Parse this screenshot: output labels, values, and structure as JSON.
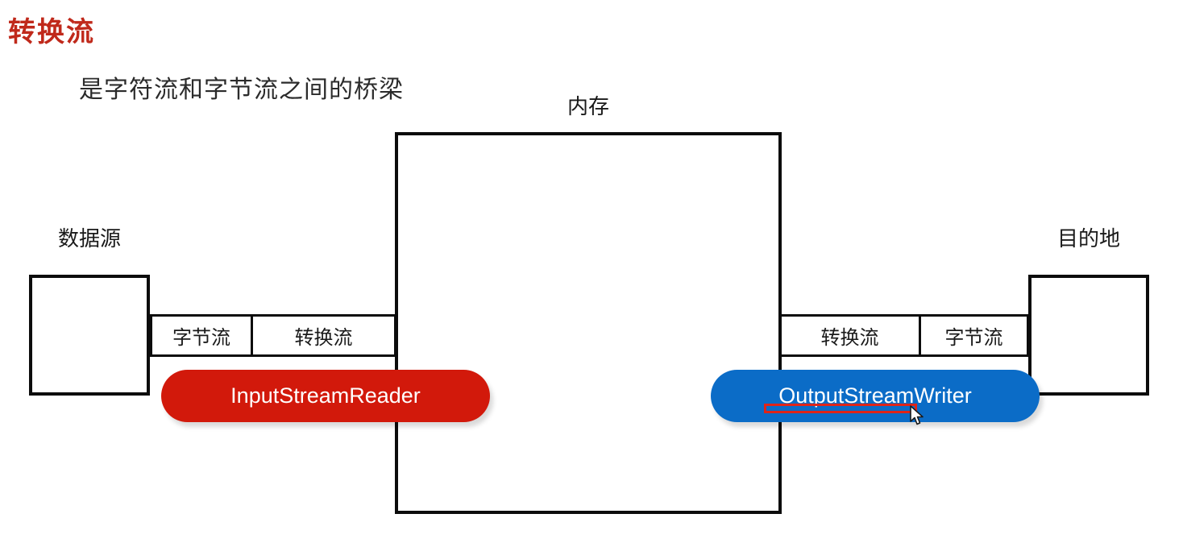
{
  "page": {
    "title": "转换流",
    "subtitle": "是字符流和字节流之间的桥梁"
  },
  "diagram": {
    "memory_label": "内存",
    "source_label": "数据源",
    "destination_label": "目的地",
    "left_labels": {
      "byte_stream": "字节流",
      "conversion_stream": "转换流"
    },
    "right_labels": {
      "conversion_stream": "转换流",
      "byte_stream": "字节流"
    },
    "input_pill_label": "InputStreamReader",
    "output_pill_label": "OutputStreamWriter",
    "annotation": {
      "type": "red-underline-box",
      "target": "OutputStreamWriter"
    },
    "cursor_icon": "arrow-cursor"
  },
  "colors": {
    "title_red": "#c0291b",
    "text_dark": "#2b2b2b",
    "line_black": "#0c0c0c",
    "pill_red": "#d2190b",
    "pill_blue": "#0b6cc7",
    "annotation_red": "#e02418",
    "pill_text": "#ffffff"
  }
}
